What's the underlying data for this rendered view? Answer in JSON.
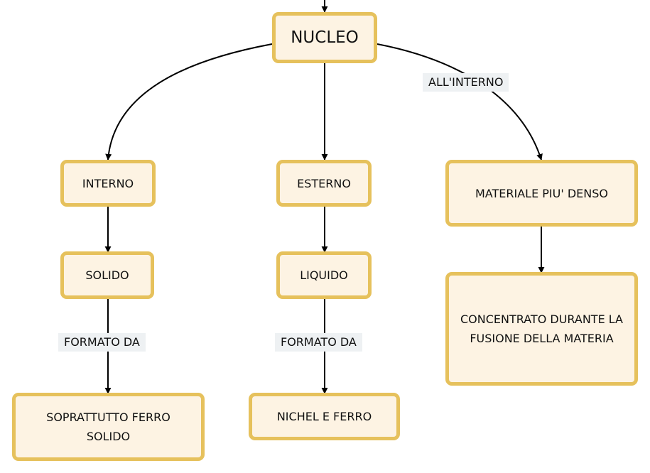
{
  "nodes": {
    "nucleo": "NUCLEO",
    "interno": "INTERNO",
    "esterno": "ESTERNO",
    "materiale": "MATERIALE PIU' DENSO",
    "solido": "SOLIDO",
    "liquido": "LIQUIDO",
    "concentrato": "CONCENTRATO DURANTE LA FUSIONE DELLA MATERIA",
    "soprattutto": "SOPRATTUTTO FERRO SOLIDO",
    "nichel": "NICHEL E FERRO"
  },
  "edge_labels": {
    "all_interno": "ALL'INTERNO",
    "formato_da_left": "FORMATO DA",
    "formato_da_mid": "FORMATO DA"
  },
  "colors": {
    "node_fill": "#fdf3e3",
    "node_border": "#e6c15c",
    "label_bg": "#eef1f3",
    "line": "#000000"
  }
}
